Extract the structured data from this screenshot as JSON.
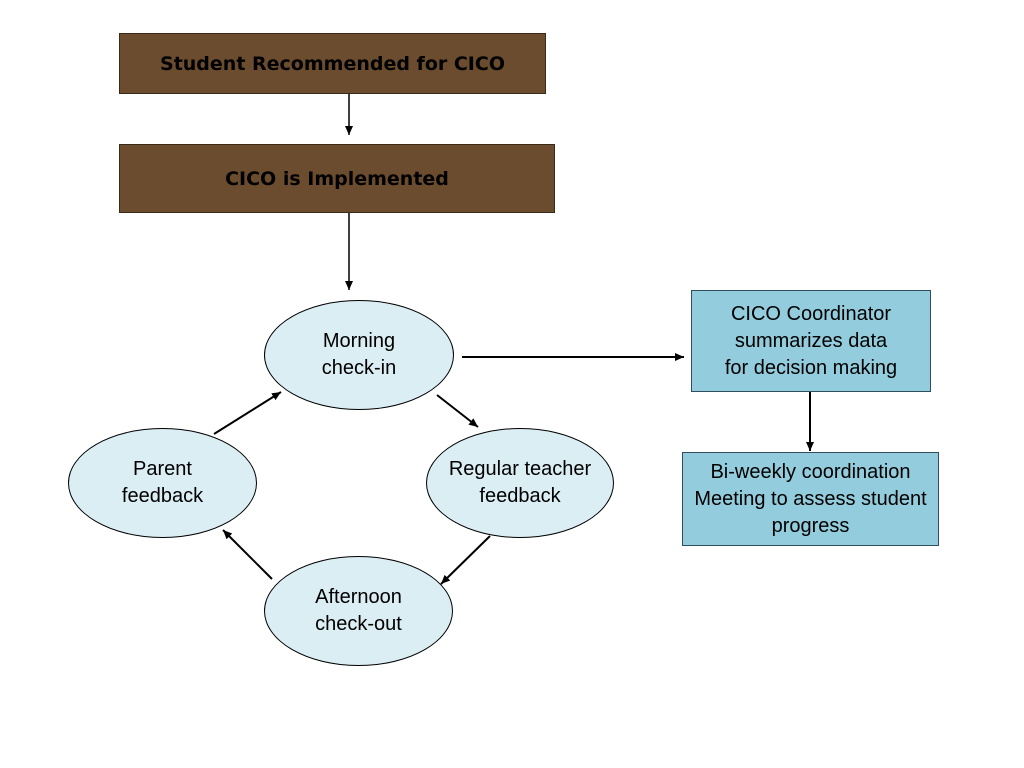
{
  "flowchart": {
    "top_box": {
      "label": "Student Recommended for CICO"
    },
    "second_box": {
      "label": "CICO is Implemented"
    },
    "cycle": {
      "morning_checkin": "Morning\ncheck-in",
      "teacher_feedback": "Regular teacher\nfeedback",
      "afternoon_checkout": "Afternoon\ncheck-out",
      "parent_feedback": "Parent\nfeedback"
    },
    "coordinator_box": {
      "label": "CICO Coordinator\nsummarizes data\nfor decision making"
    },
    "meeting_box": {
      "label": "Bi-weekly  coordination\nMeeting to assess student\nprogress"
    }
  },
  "colors": {
    "brown_box": "#6b4c2e",
    "oval_fill": "#dbeef4",
    "blue_box": "#93cddd"
  }
}
